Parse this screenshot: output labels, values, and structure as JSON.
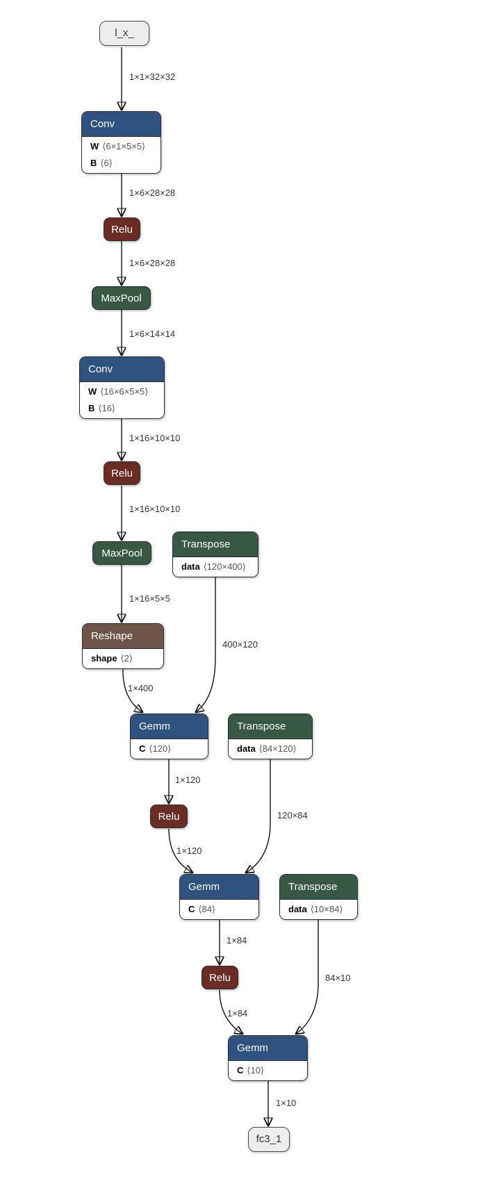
{
  "graph": {
    "kind": "onnx-model-graph"
  },
  "colors": {
    "layer": "#2f5381",
    "activation": "#6b2c24",
    "pool": "#375844",
    "shape": "#6f5449",
    "io_fill": "#ededed",
    "edge_label": "#333333"
  },
  "nodes": {
    "input": {
      "type": "input",
      "label": "l_x_"
    },
    "conv1": {
      "title": "Conv",
      "params": [
        {
          "name": "W",
          "dims": "⟨6×1×5×5⟩"
        },
        {
          "name": "B",
          "dims": "⟨6⟩"
        }
      ]
    },
    "relu1": {
      "title": "Relu"
    },
    "maxpool1": {
      "title": "MaxPool"
    },
    "conv2": {
      "title": "Conv",
      "params": [
        {
          "name": "W",
          "dims": "⟨16×6×5×5⟩"
        },
        {
          "name": "B",
          "dims": "⟨16⟩"
        }
      ]
    },
    "relu2": {
      "title": "Relu"
    },
    "maxpool2": {
      "title": "MaxPool"
    },
    "transpose1": {
      "title": "Transpose",
      "params": [
        {
          "name": "data",
          "dims": "⟨120×400⟩"
        }
      ]
    },
    "reshape": {
      "title": "Reshape",
      "params": [
        {
          "name": "shape",
          "dims": "⟨2⟩"
        }
      ]
    },
    "gemm1": {
      "title": "Gemm",
      "params": [
        {
          "name": "C",
          "dims": "⟨120⟩"
        }
      ]
    },
    "transpose2": {
      "title": "Transpose",
      "params": [
        {
          "name": "data",
          "dims": "⟨84×120⟩"
        }
      ]
    },
    "relu3": {
      "title": "Relu"
    },
    "gemm2": {
      "title": "Gemm",
      "params": [
        {
          "name": "C",
          "dims": "⟨84⟩"
        }
      ]
    },
    "transpose3": {
      "title": "Transpose",
      "params": [
        {
          "name": "data",
          "dims": "⟨10×84⟩"
        }
      ]
    },
    "relu4": {
      "title": "Relu"
    },
    "gemm3": {
      "title": "Gemm",
      "params": [
        {
          "name": "C",
          "dims": "⟨10⟩"
        }
      ]
    },
    "output": {
      "type": "output",
      "label": "fc3_1"
    }
  },
  "edges": [
    {
      "from": "input",
      "to": "conv1",
      "label": "1×1×32×32"
    },
    {
      "from": "conv1",
      "to": "relu1",
      "label": "1×6×28×28"
    },
    {
      "from": "relu1",
      "to": "maxpool1",
      "label": "1×6×28×28"
    },
    {
      "from": "maxpool1",
      "to": "conv2",
      "label": "1×6×14×14"
    },
    {
      "from": "conv2",
      "to": "relu2",
      "label": "1×16×10×10"
    },
    {
      "from": "relu2",
      "to": "maxpool2",
      "label": "1×16×10×10"
    },
    {
      "from": "maxpool2",
      "to": "reshape",
      "label": "1×16×5×5"
    },
    {
      "from": "reshape",
      "to": "gemm1",
      "label": "1×400"
    },
    {
      "from": "transpose1",
      "to": "gemm1",
      "label": "400×120"
    },
    {
      "from": "gemm1",
      "to": "relu3",
      "label": "1×120"
    },
    {
      "from": "relu3",
      "to": "gemm2",
      "label": "1×120"
    },
    {
      "from": "transpose2",
      "to": "gemm2",
      "label": "120×84"
    },
    {
      "from": "gemm2",
      "to": "relu4",
      "label": "1×84"
    },
    {
      "from": "relu4",
      "to": "gemm3",
      "label": "1×84"
    },
    {
      "from": "transpose3",
      "to": "gemm3",
      "label": "84×10"
    },
    {
      "from": "gemm3",
      "to": "output",
      "label": "1×10"
    }
  ]
}
